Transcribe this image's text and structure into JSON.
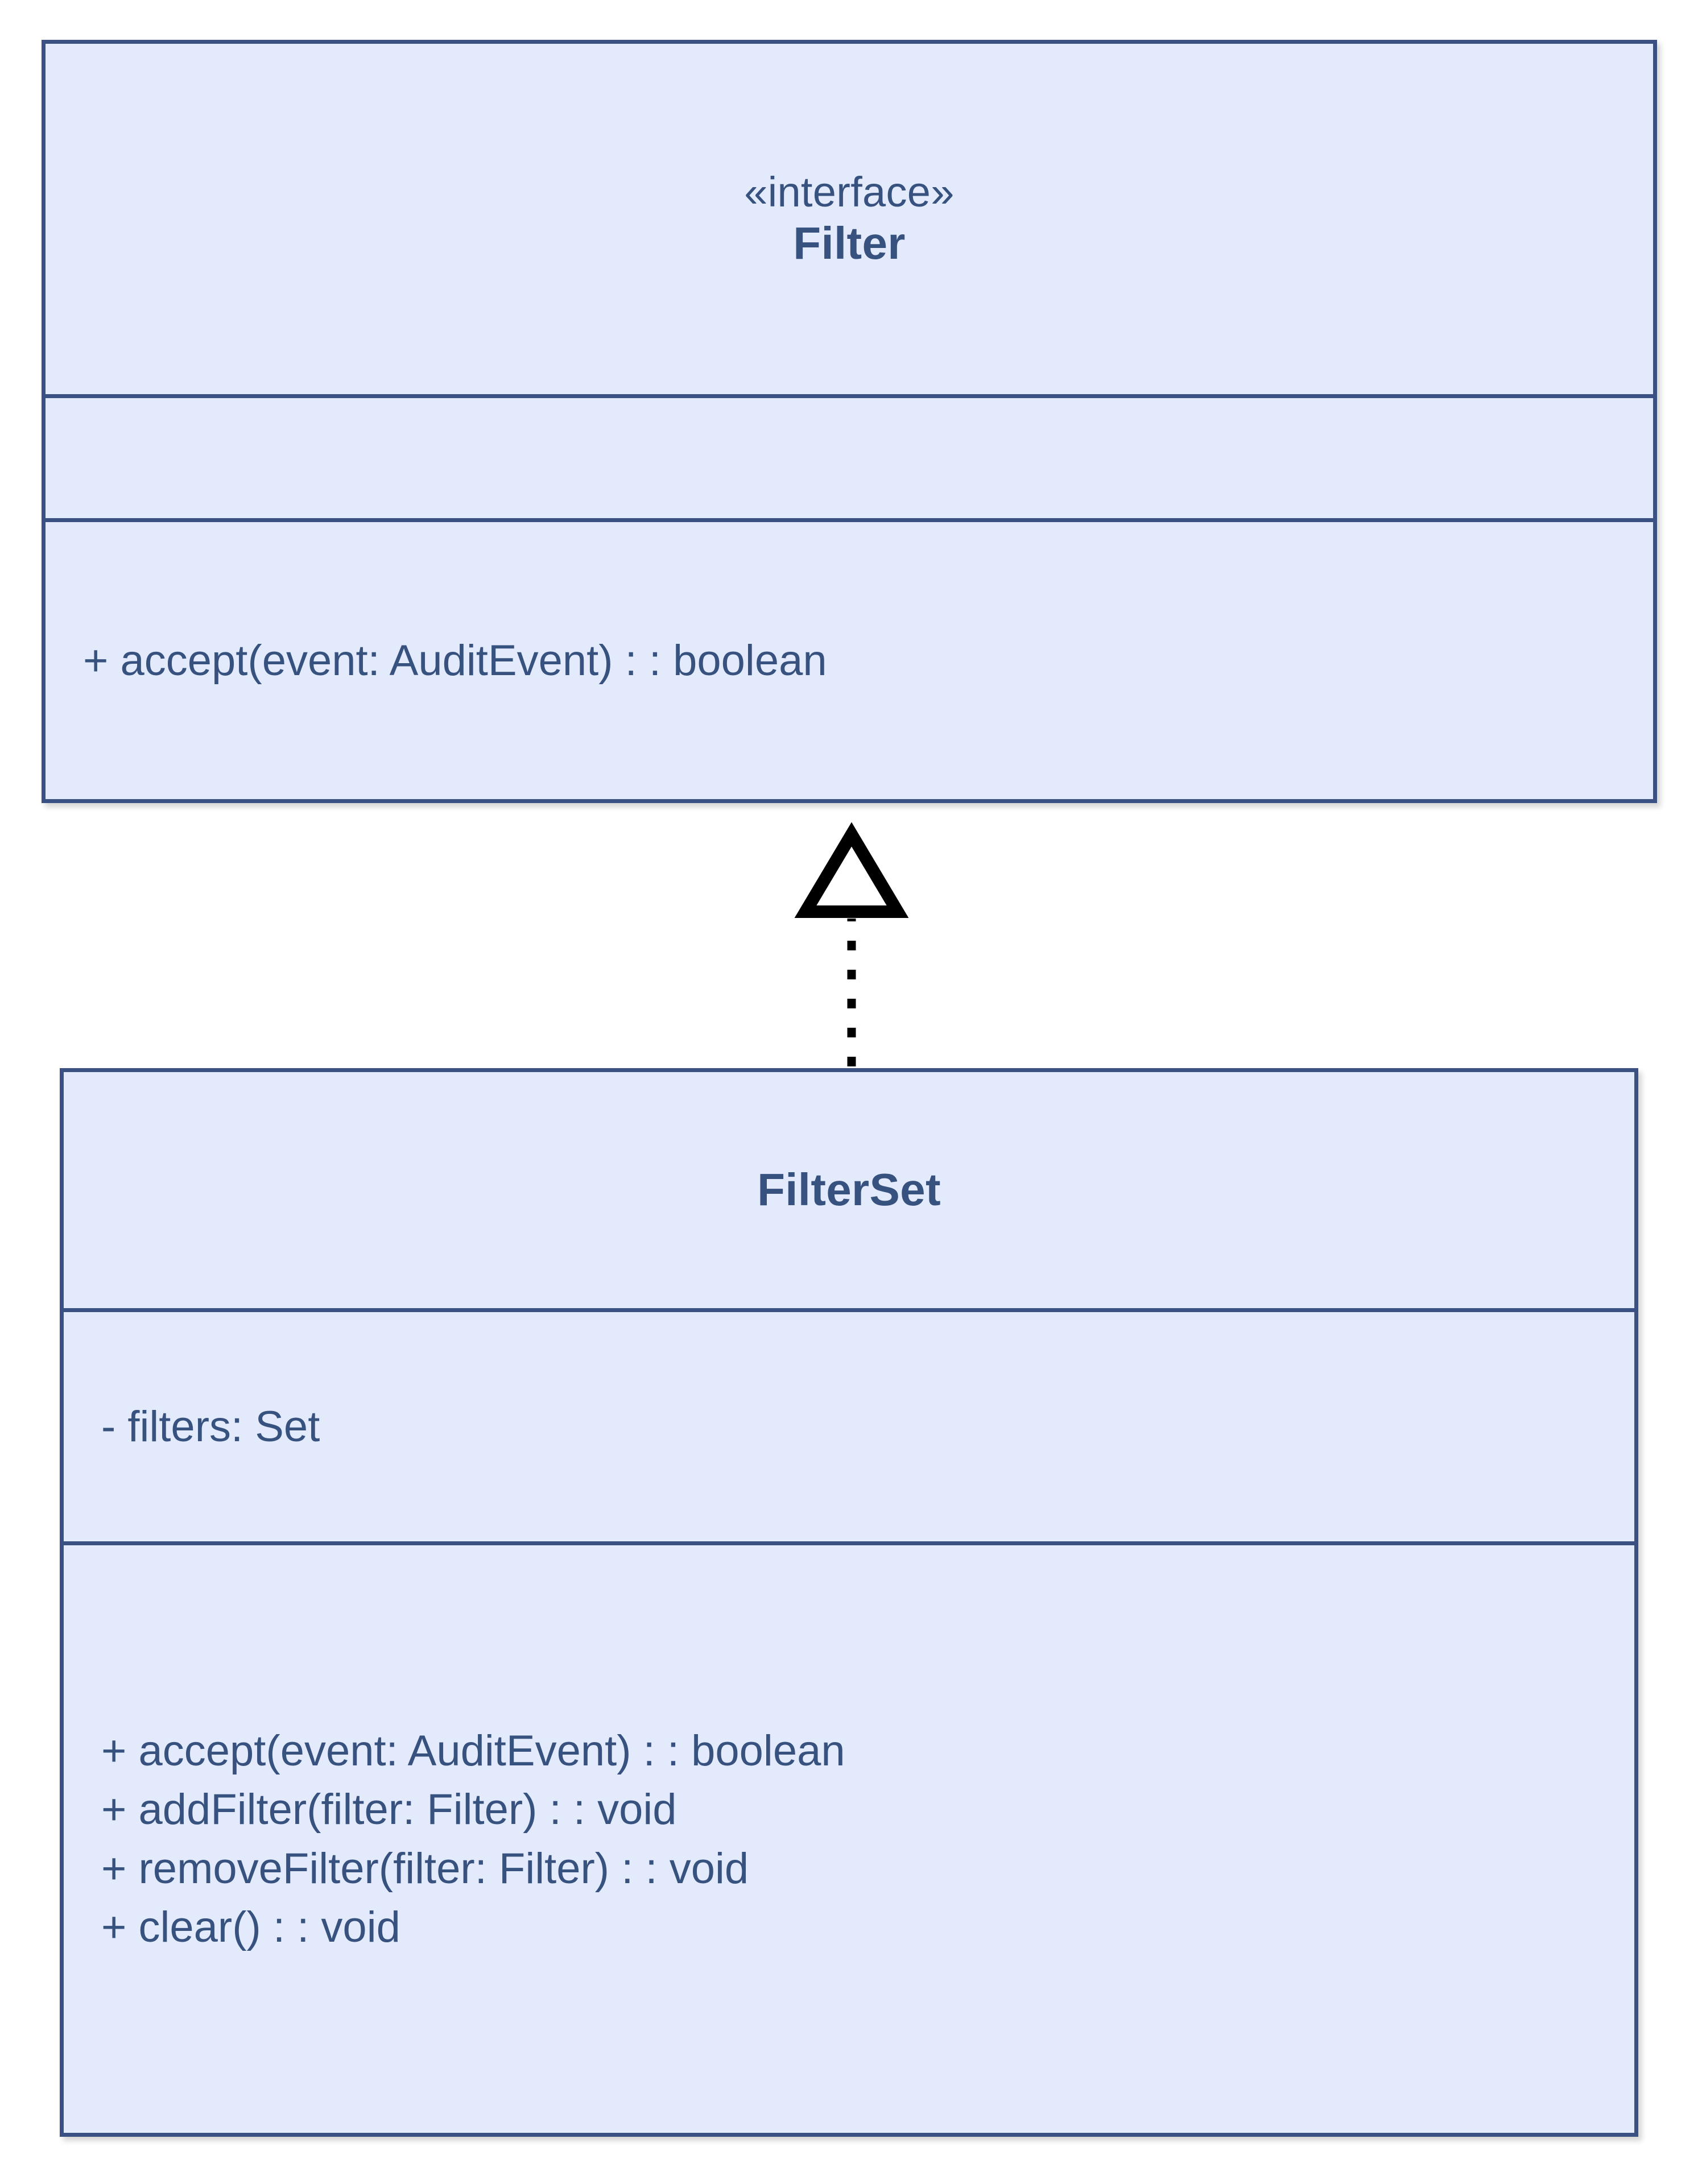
{
  "diagram": {
    "type": "uml-class-diagram",
    "background_color": "#ffffff",
    "box_fill_color": "#e3eafc",
    "box_border_color": "#3b5183",
    "text_color": "#37527e",
    "connector_color": "#000000"
  },
  "classes": [
    {
      "id": "filter",
      "stereotype": "«interface»",
      "name": "Filter",
      "attributes": [],
      "methods": [
        "+ accept(event: AuditEvent) : : boolean"
      ]
    },
    {
      "id": "filterset",
      "stereotype": "",
      "name": "FilterSet",
      "attributes": [
        "- filters: Set"
      ],
      "methods": [
        "+ accept(event: AuditEvent) : : boolean",
        "+ addFilter(filter: Filter) : : void",
        "+ removeFilter(filter: Filter) : : void",
        "+ clear() : : void"
      ]
    }
  ],
  "relationships": [
    {
      "kind": "realization",
      "from": "FilterSet",
      "to": "Filter",
      "line_style": "dotted",
      "arrow_head": "hollow-triangle"
    }
  ]
}
